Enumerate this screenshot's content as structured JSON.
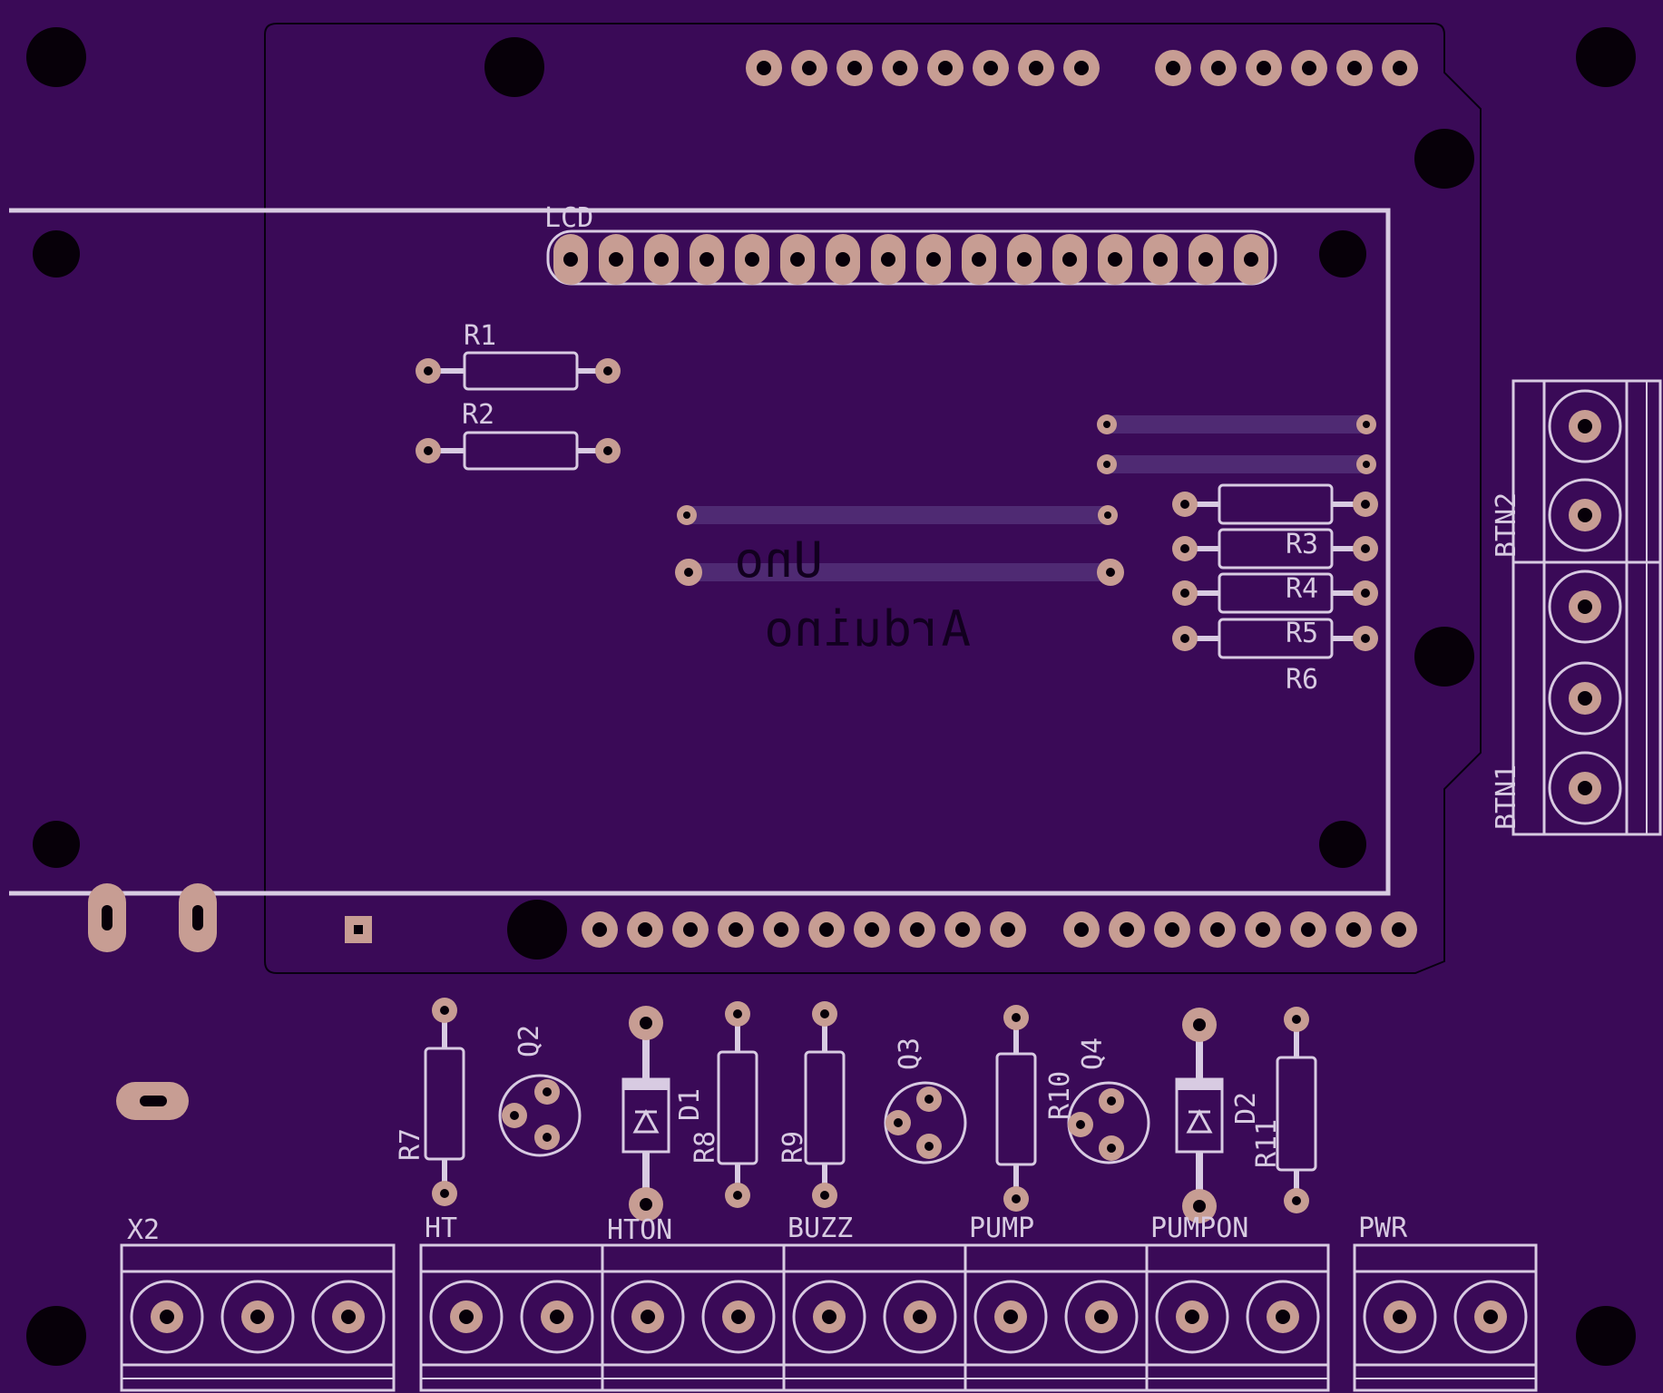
{
  "board": {
    "colors": {
      "substrate": "#3a0a57",
      "silkscreen": "#d8cbe2",
      "pad": "#c79d93",
      "drill": "#070009",
      "trace": "#4f2a73",
      "bottom_text": "#12001f"
    }
  },
  "labels": {
    "lcd": "LCD",
    "r1": "R1",
    "r2": "R2",
    "r3": "R3",
    "r4": "R4",
    "r5": "R5",
    "r6": "R6",
    "r7": "R7",
    "r8": "R8",
    "r9": "R9",
    "r10": "R10",
    "r11": "R11",
    "q2": "Q2",
    "q3": "Q3",
    "q4": "Q4",
    "d1": "D1",
    "d2": "D2",
    "btn1": "BTN1",
    "btn2": "BTN2",
    "x2": "X2",
    "ht": "HT",
    "hton": "HTON",
    "buzz": "BUZZ",
    "pump": "PUMP",
    "pumpon": "PUMPON",
    "pwr": "PWR"
  },
  "bottom_layer": {
    "line1": "Uno",
    "line2": "Arduino"
  }
}
